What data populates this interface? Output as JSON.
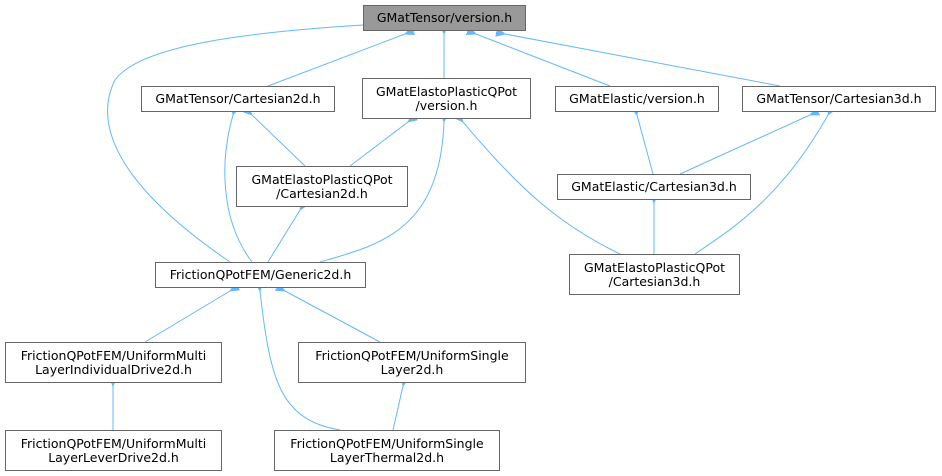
{
  "graph": {
    "root": "GMatTensor/version.h",
    "nodes": {
      "t2d": "GMatTensor/Cartesian2d.h",
      "epqv": "GMatElastoPlasticQPot\n/version.h",
      "ev": "GMatElastic/version.h",
      "t3d": "GMatTensor/Cartesian3d.h",
      "epq2d": "GMatElastoPlasticQPot\n/Cartesian2d.h",
      "e3d": "GMatElastic/Cartesian3d.h",
      "gen": "FrictionQPotFEM/Generic2d.h",
      "epq3d": "GMatElastoPlasticQPot\n/Cartesian3d.h",
      "umi": "FrictionQPotFEM/UniformMulti\nLayerIndividualDrive2d.h",
      "usl": "FrictionQPotFEM/UniformSingle\nLayer2d.h",
      "uml": "FrictionQPotFEM/UniformMulti\nLayerLeverDrive2d.h",
      "ust": "FrictionQPotFEM/UniformSingle\nLayerThermal2d.h"
    },
    "edge_color": "#63b8ff"
  }
}
